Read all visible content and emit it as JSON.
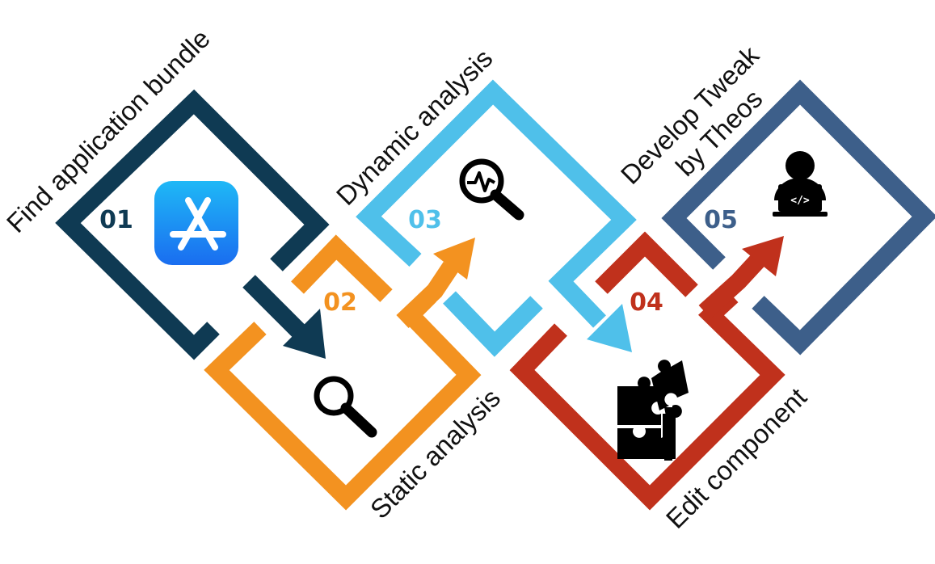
{
  "colors": {
    "step1": "#0f3a53",
    "step2": "#f39220",
    "step3": "#4fc0ea",
    "step4": "#c0311c",
    "step5": "#3d5f8a",
    "icon": "#000000"
  },
  "steps": [
    {
      "number": "01",
      "label": "Find application bundle",
      "icon": "app-store-icon"
    },
    {
      "number": "02",
      "label": "Static analysis",
      "icon": "magnifier-icon"
    },
    {
      "number": "03",
      "label": "Dynamic analysis",
      "icon": "activity-magnifier-icon"
    },
    {
      "number": "04",
      "label": "Edit component",
      "icon": "puzzle-icon"
    },
    {
      "number": "05",
      "label_line1": "Develop Tweak",
      "label_line2": "by Theos",
      "icon": "developer-laptop-icon"
    }
  ]
}
